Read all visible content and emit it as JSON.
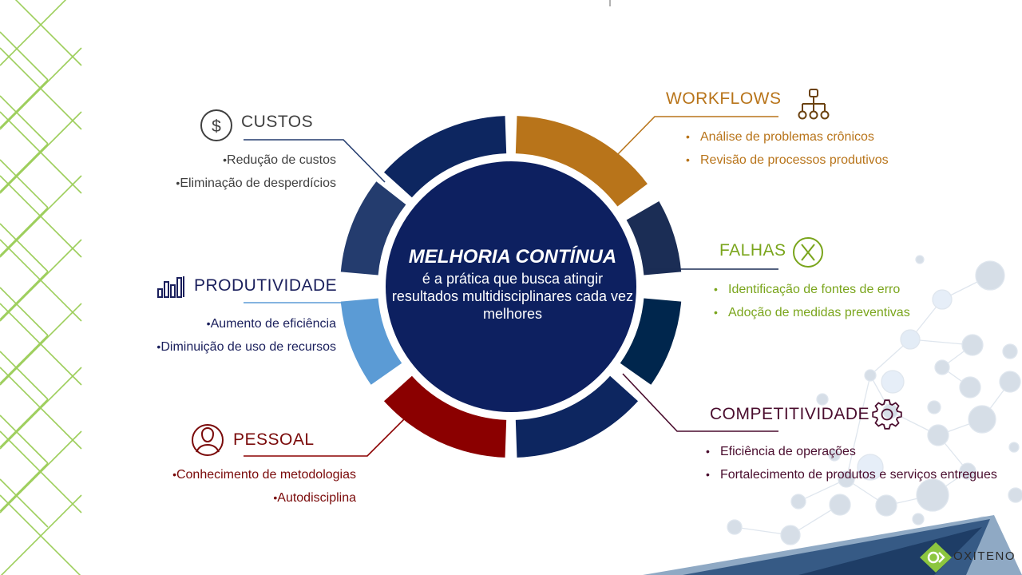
{
  "center": {
    "title": "MELHORIA CONTÍNUA",
    "description": "é a prática que busca atingir resultados multidisciplinares cada vez melhores"
  },
  "sections": {
    "custos": {
      "title": "CUSTOS",
      "color": "#404040",
      "icon": "dollar-circle-icon",
      "items": [
        "Redução de custos",
        "Eliminação de desperdícios"
      ]
    },
    "produtividade": {
      "title": "PRODUTIVIDADE",
      "color": "#1a1f5c",
      "icon": "bar-chart-icon",
      "items": [
        "Aumento de eficiência",
        "Diminuição de uso de recursos"
      ]
    },
    "pessoal": {
      "title": "PESSOAL",
      "color": "#7a0a0a",
      "icon": "person-icon",
      "items": [
        "Conhecimento de metodologias",
        "Autodisciplina"
      ]
    },
    "workflows": {
      "title": "WORKFLOWS",
      "color": "#b8741a",
      "icon": "org-chart-icon",
      "items": [
        "Análise de problemas crônicos",
        "Revisão de processos produtivos"
      ]
    },
    "falhas": {
      "title": "FALHAS",
      "color": "#7aa51c",
      "icon": "x-circle-icon",
      "items": [
        "Identificação de fontes de erro",
        "Adoção de medidas preventivas"
      ]
    },
    "competitividade": {
      "title": "COMPETITIVIDADE",
      "color": "#4a0d2e",
      "icon": "gear-icon",
      "items": [
        "Eficiência de operações",
        "Fortalecimento de produtos e serviços entregues"
      ]
    }
  },
  "ring_colors": {
    "top_left": "#0d2660",
    "upper_left": "#243c6e",
    "lower_left": "#5b9bd5",
    "bottom_left": "#8b0000",
    "bottom_right": "#0d2660",
    "lower_right": "#00264d",
    "upper_right": "#1b2d55",
    "top_right": "#b8741a",
    "center_fill": "#0d2060"
  },
  "brand": {
    "name": "OXITENO",
    "logo_color": "#8cc63f"
  }
}
